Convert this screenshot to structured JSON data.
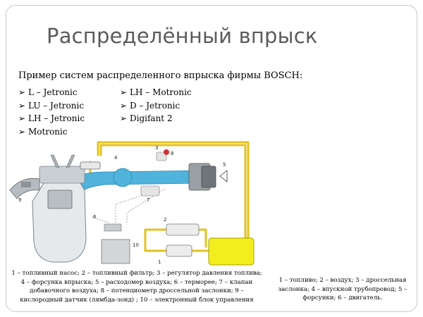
{
  "slide": {
    "title": "Распределённый впрыск",
    "subtitle": "Пример систем распределенного впрыска фирмы BOSCH:",
    "bullet_mark": "➢",
    "bullets_left": [
      "L – Jetronic",
      "LU – Jetronic",
      "LH – Jetronic",
      "Motronic"
    ],
    "bullets_right": [
      "LH – Motronic",
      "D – Jetronic",
      "Digifant 2"
    ]
  },
  "diagram": {
    "labels": [
      "1",
      "2",
      "3",
      "4",
      "5",
      "6",
      "7",
      "8",
      "9",
      "10"
    ],
    "colors": {
      "fuel_line": "#e4c11c",
      "air": "#4fb3dc",
      "tank": "#f2ee1e",
      "engine": "#e6e9ec",
      "injector": "#e8e8e8"
    }
  },
  "captions": {
    "left": "1 – топливный насос; 2 – топливный фильтр; 3 – регулятор давления топлива; 4 – форсунка впрыска; 5 – расходомер воздуха; 6 – терморее; 7 – клапан добавочного воздуха; 8 – потенциометр дроссельной заслонки; 9 – кислородный датчик (лямбда-зонд) ; 10 – электронный блок управления",
    "right": "1 – топливо; 2 – воздух; 3 – дроссельная заслонка; 4 – впускной трубопровод; 5 – форсунки; 6 – двигатель."
  }
}
